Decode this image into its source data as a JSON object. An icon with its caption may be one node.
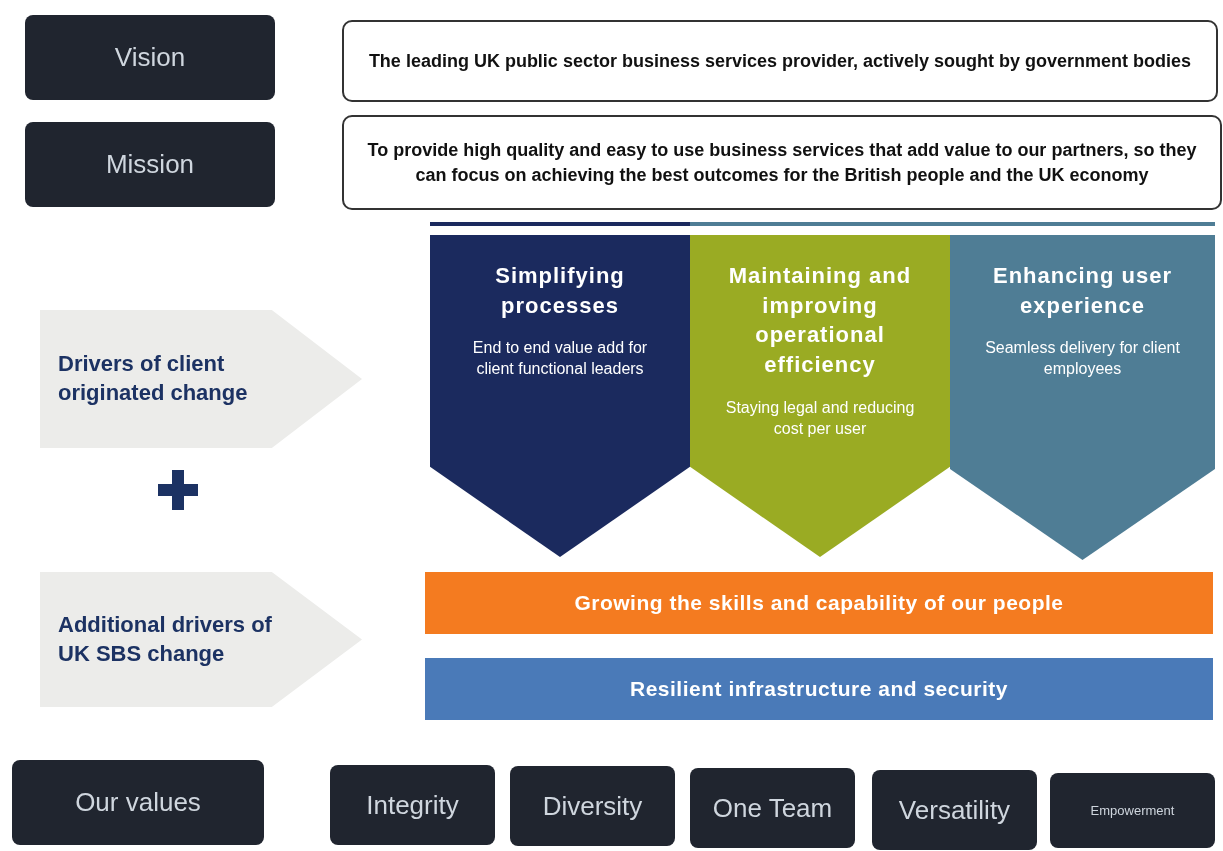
{
  "diagram": {
    "nodes": [
      {
        "text": [
          "Vision"
        ]
      },
      {
        "text": [
          "The leading UK public sector business services provider, actively sought by government bodies"
        ]
      },
      {
        "text": [
          "Mission"
        ]
      },
      {
        "text": [
          "To provide high quality and easy to use business services that add value to our partners, so they can focus on achieving the best outcomes for the British people and the UK economy"
        ]
      },
      {
        "text": [
          "Drivers of client originated change"
        ]
      },
      {
        "text": [
          "Simplifying processes",
          "End to end value add for client functional leaders"
        ]
      },
      {
        "text": [
          "Maintaining and improving operational efficiency",
          "Staying legal and reducing cost per user"
        ]
      },
      {
        "text": [
          "Enhancing user experience",
          "Seamless delivery for client employees"
        ]
      },
      {
        "text": [
          "Additional drivers of UK SBS change"
        ]
      },
      {
        "text": [
          "Growing the skills and capability of our people"
        ]
      },
      {
        "text": [
          "Resilient infrastructure and security"
        ]
      },
      {
        "text": [
          "Our values"
        ]
      },
      {
        "text": [
          "Integrity"
        ]
      },
      {
        "text": [
          "Diversity"
        ]
      },
      {
        "text": [
          "One Team"
        ]
      },
      {
        "text": [
          "Versatility"
        ]
      },
      {
        "text": [
          "Empowerment"
        ]
      }
    ],
    "edges": []
  }
}
